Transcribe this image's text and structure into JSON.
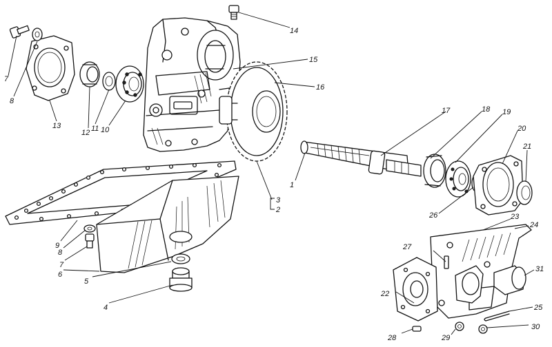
{
  "callouts": [
    {
      "id": "c1",
      "text": "1"
    },
    {
      "id": "c2",
      "text": "2"
    },
    {
      "id": "c3",
      "text": "3"
    },
    {
      "id": "c4",
      "text": "4"
    },
    {
      "id": "c5",
      "text": "5"
    },
    {
      "id": "c6",
      "text": "6"
    },
    {
      "id": "c7a",
      "text": "7"
    },
    {
      "id": "c7b",
      "text": "7"
    },
    {
      "id": "c8a",
      "text": "8"
    },
    {
      "id": "c8b",
      "text": "8"
    },
    {
      "id": "c9",
      "text": "9"
    },
    {
      "id": "c10",
      "text": "10"
    },
    {
      "id": "c11",
      "text": "11"
    },
    {
      "id": "c12",
      "text": "12"
    },
    {
      "id": "c13",
      "text": "13"
    },
    {
      "id": "c14",
      "text": "14"
    },
    {
      "id": "c15",
      "text": "15"
    },
    {
      "id": "c16",
      "text": "16"
    },
    {
      "id": "c17",
      "text": "17"
    },
    {
      "id": "c18",
      "text": "18"
    },
    {
      "id": "c19",
      "text": "19"
    },
    {
      "id": "c20",
      "text": "20"
    },
    {
      "id": "c21",
      "text": "21"
    },
    {
      "id": "c22",
      "text": "22"
    },
    {
      "id": "c23",
      "text": "23"
    },
    {
      "id": "c24",
      "text": "24"
    },
    {
      "id": "c25",
      "text": "25"
    },
    {
      "id": "c26",
      "text": "26"
    },
    {
      "id": "c27",
      "text": "27"
    },
    {
      "id": "c28",
      "text": "28"
    },
    {
      "id": "c29",
      "text": "29"
    },
    {
      "id": "c30",
      "text": "30"
    },
    {
      "id": "c31",
      "text": "31"
    }
  ]
}
